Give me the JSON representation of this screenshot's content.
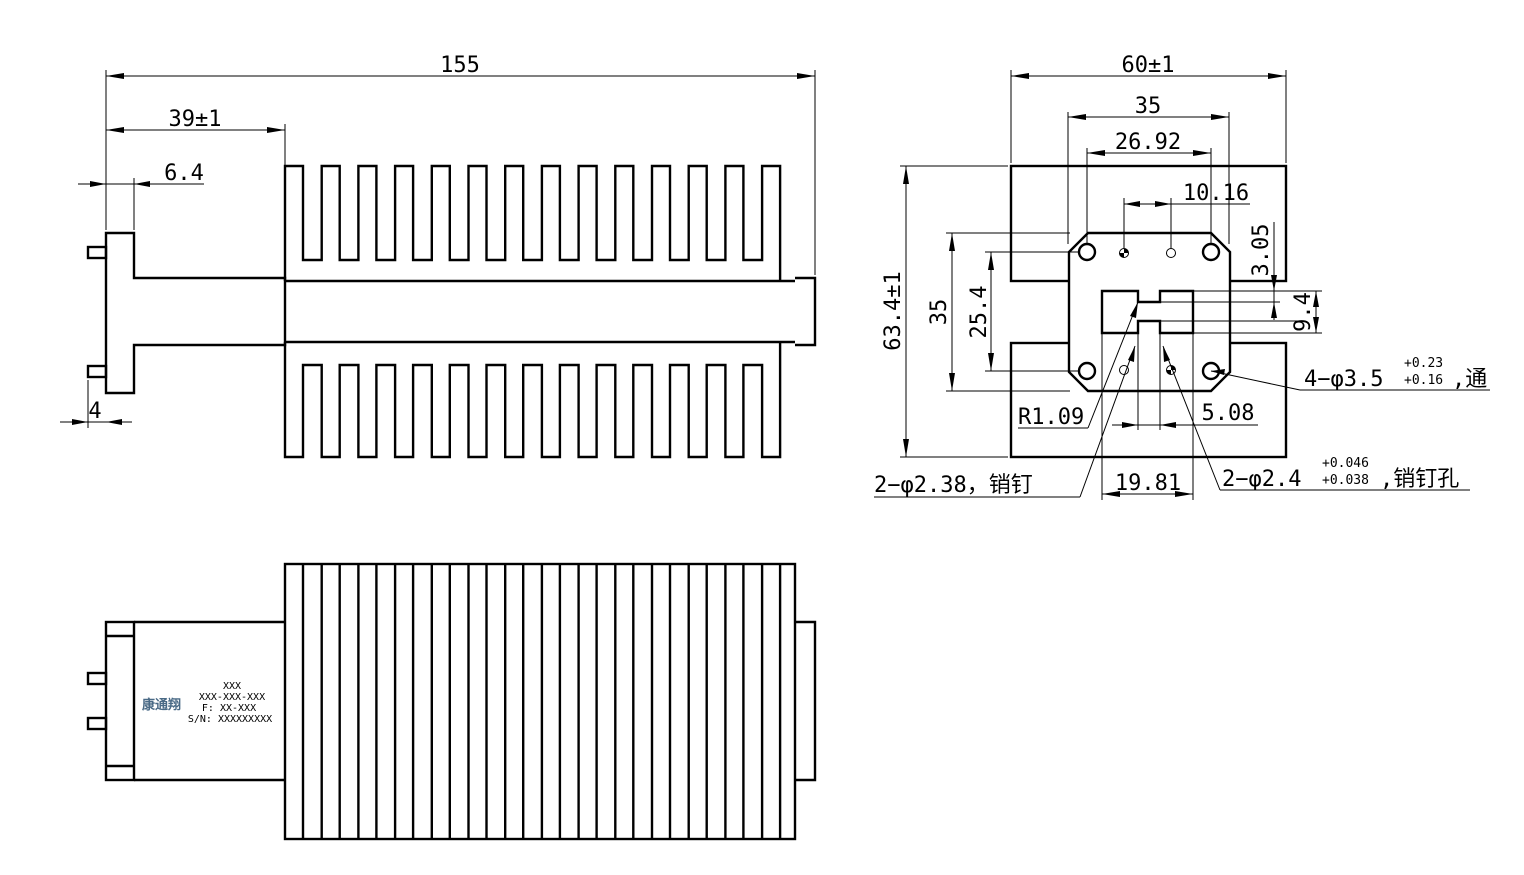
{
  "side_view": {
    "dims": {
      "overall_length": "155",
      "flange_to_fins": "39±1",
      "flange_thickness": "6.4",
      "pin_length": "4"
    }
  },
  "end_view": {
    "dims": {
      "body_width": "60±1",
      "hole_spacing_outer": "35",
      "hole_spacing_inner": "26.92",
      "pin_offset": "10.16",
      "edge_offset": "3.05",
      "body_height": "63.4±1",
      "hole_spacing_vert": "35",
      "pin_spacing_vert": "25.4",
      "slot_height": "9.4",
      "slot_radius": "R1.09",
      "slot_gap": "5.08",
      "slot_width": "19.81"
    },
    "callouts": {
      "through_hole_main": "4−φ3.5",
      "through_hole_tol_upper": "+0.23",
      "through_hole_tol_lower": "+0.16",
      "through_hole_suffix": ",通",
      "pin_text": "2−φ2.38，销钉",
      "pin_hole_main": "2−φ2.4",
      "pin_hole_tol_upper": "+0.046",
      "pin_hole_tol_lower": "+0.038",
      "pin_hole_suffix": ",销钉孔"
    }
  },
  "top_view": {
    "label": {
      "logo": "康通翔",
      "line1": "XXX",
      "line2": "XXX-XXX-XXX",
      "line3": "F: XX-XXX",
      "line4": "S/N: XXXXXXXXX"
    }
  }
}
